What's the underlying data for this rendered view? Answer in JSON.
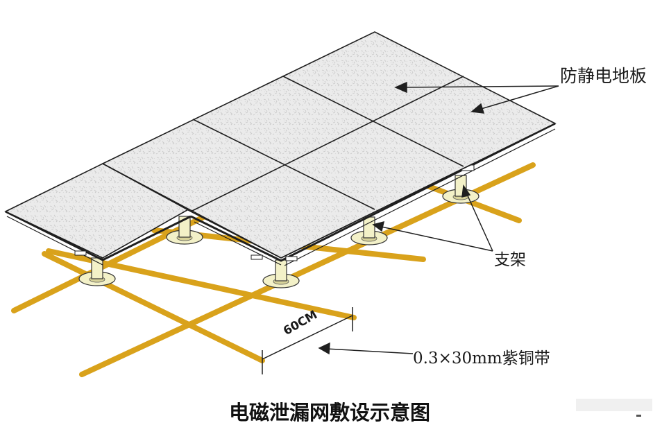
{
  "diagram": {
    "caption": "电磁泄漏网敷设示意图",
    "labels": {
      "floor": "防静电地板",
      "support": "支架",
      "strip": "0.3×30mm紫铜带",
      "dimension": "60CM"
    },
    "colors": {
      "copper_strip": "#d9a21b",
      "tile_fill": "#e9e9e9",
      "tile_line": "#1f1f1f",
      "pedestal_fill": "#f3f1c8",
      "background": "#ffffff"
    },
    "components": [
      {
        "name": "anti-static floor tiles",
        "count": 8,
        "layout": "2 rows x 4 columns (isometric), front-left tile raised with edge trim"
      },
      {
        "name": "pedestal supports",
        "count": 5
      },
      {
        "name": "copper strip grid",
        "spacing": "60CM"
      }
    ]
  }
}
